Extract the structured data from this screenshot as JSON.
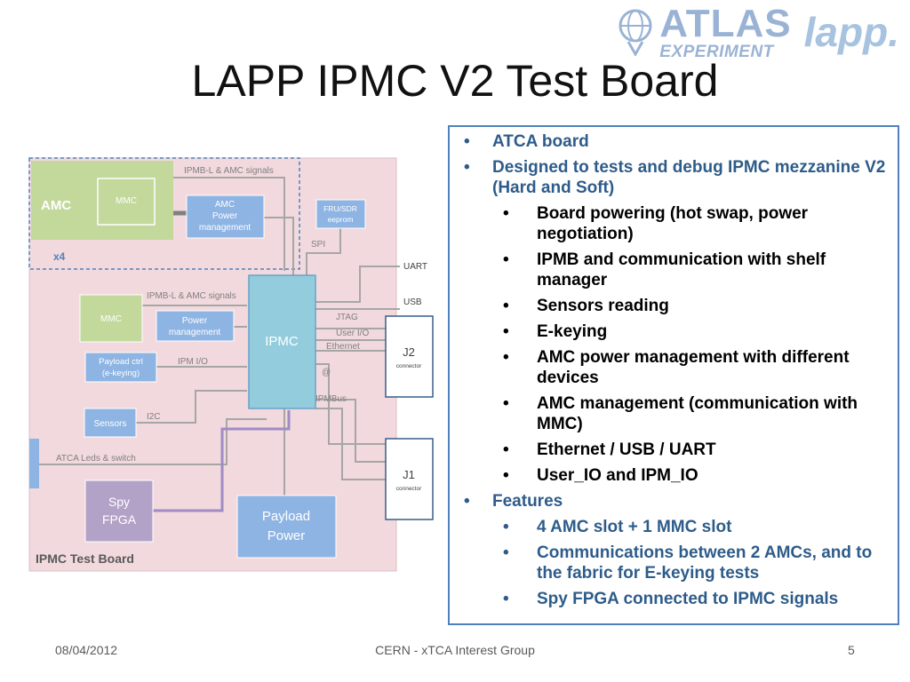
{
  "slide": {
    "title": "LAPP IPMC V2 Test Board",
    "logos": {
      "atlas_word": "ATLAS",
      "atlas_sub": "EXPERIMENT",
      "lapp_word": "lapp."
    }
  },
  "diagram": {
    "board_label": "IPMC Test Board",
    "amc_group": {
      "amc_label": "AMC",
      "mmc_label": "MMC",
      "amc_power_lines": [
        "AMC",
        "Power",
        "management"
      ],
      "multiplier": "x4",
      "signals_label": "IPMB-L & AMC signals"
    },
    "fru_lines": [
      "FRU/SDR",
      "eeprom"
    ],
    "spi_label": "SPI",
    "ipmc_label": "IPMC",
    "uart_label": "UART",
    "usb_label": "USB",
    "jtag_label": "JTAG",
    "userio_label": "User I/O",
    "ethernet_label": "Ethernet",
    "at_label": "@",
    "ipmbus_label": "IPMBus",
    "j2_label": "J2",
    "j2_sub": "connector",
    "j1_label": "J1",
    "j1_sub": "connector",
    "mmc_label": "MMC",
    "ipmb_amc_label": "IPMB-L & AMC signals",
    "power_mgmt_lines": [
      "Power",
      "management"
    ],
    "payload_ctrl_lines": [
      "Payload ctrl",
      "(e-keying)"
    ],
    "ipm_io_label": "IPM I/O",
    "sensors_label": "Sensors",
    "i2c_label": "I2C",
    "leds_label": "ATCA Leds & switch",
    "spy_lines": [
      "Spy",
      "FPGA"
    ],
    "payload_power_lines": [
      "Payload",
      "Power"
    ]
  },
  "bullets": [
    {
      "level": 1,
      "text": "ATCA board",
      "color": "blue"
    },
    {
      "level": 1,
      "text": "Designed to tests and debug IPMC mezzanine V2 (Hard and Soft)",
      "color": "blue"
    },
    {
      "level": 2,
      "text": "Board powering  (hot swap, power negotiation)",
      "color": "dark"
    },
    {
      "level": 2,
      "text": "IPMB and communication with shelf manager",
      "color": "dark"
    },
    {
      "level": 2,
      "text": "Sensors reading",
      "color": "dark"
    },
    {
      "level": 2,
      "text": "E-keying",
      "color": "dark"
    },
    {
      "level": 2,
      "text": "AMC power management with different devices",
      "color": "dark"
    },
    {
      "level": 2,
      "text": "AMC management (communication with MMC)",
      "color": "dark"
    },
    {
      "level": 2,
      "text": "Ethernet / USB / UART",
      "color": "dark"
    },
    {
      "level": 2,
      "text": "User_IO and IPM_IO",
      "color": "dark"
    },
    {
      "level": 1,
      "text": "Features",
      "color": "blue"
    },
    {
      "level": 2,
      "text": "4 AMC slot + 1 MMC slot",
      "color": "blue"
    },
    {
      "level": 2,
      "text": "Communications between 2 AMCs, and to the fabric for E-keying tests",
      "color": "blue"
    },
    {
      "level": 2,
      "text": "Spy FPGA connected to IPMC signals",
      "color": "blue"
    }
  ],
  "footer": {
    "date": "08/04/2012",
    "center": "CERN - xTCA Interest Group",
    "page": "5"
  },
  "colors": {
    "board_bg": "#f2d9dd",
    "green_block": "#c3d89b",
    "blue_block": "#8eb4e3",
    "ipmc_block": "#93cddd",
    "spy_block": "#b3a2c7",
    "text_blue": "#2e5c8a",
    "frame_blue": "#4f81bd"
  }
}
